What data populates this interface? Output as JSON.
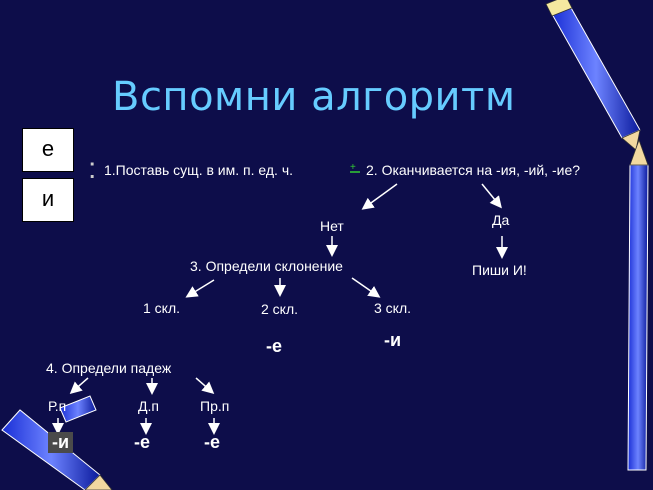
{
  "title": "Вспомни алгоритм",
  "letters": [
    "е",
    "и"
  ],
  "bullet": ":",
  "step1": "1.Поставь сущ. в им. п. ед. ч.",
  "plus": "+",
  "step2": "2. Оканчивается на -ия, -ий, -ие?",
  "no": "Нет",
  "yes": "Да",
  "write_i": "Пиши И!",
  "step3": "3. Определи склонение",
  "decl1": "1 скл.",
  "decl2": "2 скл.",
  "decl3": "3 скл.",
  "end_e_decl2": "-е",
  "end_i_decl3": "-и",
  "step4": "4. Определи падеж",
  "case_rp": "Р.п",
  "case_dp": "Д.п",
  "case_prp": "Пр.п",
  "end_rp": "-и",
  "end_dp": "-е",
  "end_prp": "-е"
}
